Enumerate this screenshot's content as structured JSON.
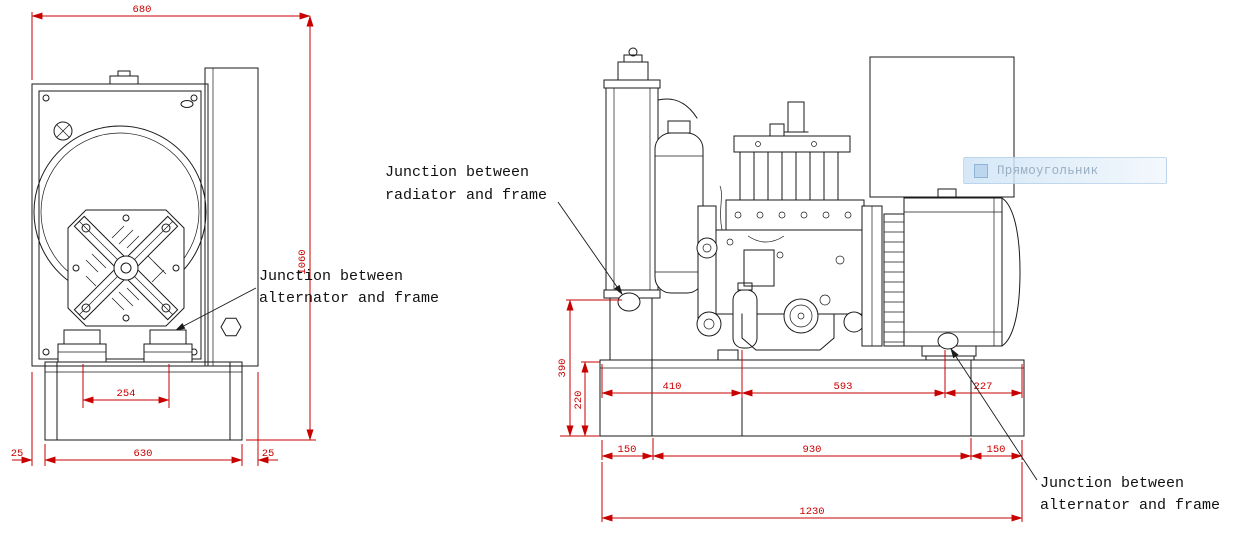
{
  "colors": {
    "dimension_red": "#c80000",
    "line_black": "#1a1a1a",
    "tooltip_bg": "#d2e6f7",
    "tooltip_text": "#9aaec2"
  },
  "front_view": {
    "dims": {
      "overall_width": "680",
      "overall_height": "1060",
      "feet_spacing": "254",
      "left_margin": "25",
      "base_width": "630",
      "right_margin": "25"
    }
  },
  "side_view": {
    "dims": {
      "radiator_junction_height": "390",
      "base_height": "220",
      "seg_410": "410",
      "seg_593": "593",
      "seg_227": "227",
      "left_150": "150",
      "span_930": "930",
      "right_150": "150",
      "overall_length": "1230"
    }
  },
  "annotations": {
    "alternator_frame_front": {
      "line1": "Junction between",
      "line2": "alternator and frame"
    },
    "radiator_frame": {
      "line1": "Junction between",
      "line2": "radiator and frame"
    },
    "alternator_frame_side": {
      "line1": "Junction between",
      "line2": "alternator and frame"
    }
  },
  "overlay_tooltip": {
    "label": "Прямоугольник"
  }
}
